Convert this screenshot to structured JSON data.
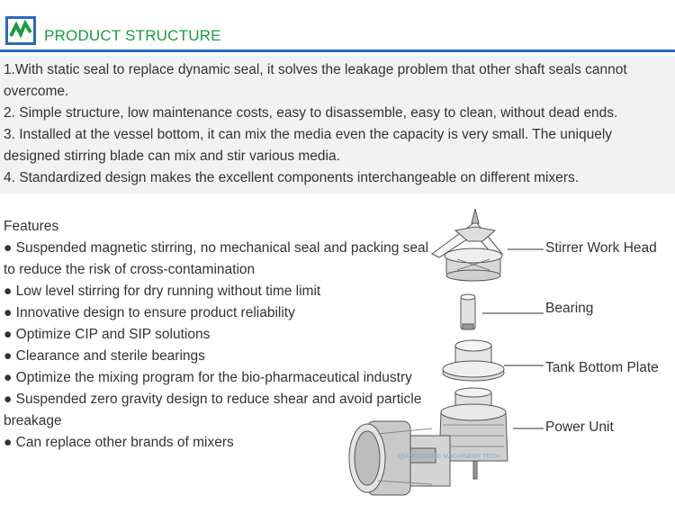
{
  "header": {
    "title": "PRODUCT STRUCTURE",
    "brand_color": "#1a9c3e",
    "rule_color": "#2b69b8"
  },
  "intro": {
    "lines": [
      "1.With static seal to replace dynamic seal, it solves the leakage problem that other shaft seals cannot overcome.",
      "2. Simple structure, low maintenance costs, easy to disassemble, easy to clean, without dead ends.",
      "3. Installed at the vessel bottom, it can mix the media even the capacity is very small. The uniquely designed stirring blade can mix and stir various media.",
      "4. Standardized design makes the excellent components interchangeable on different mixers."
    ]
  },
  "features": {
    "title": "Features",
    "items": [
      "● Suspended magnetic stirring, no mechanical seal and packing seal to reduce the risk of cross-contamination",
      "● Low level stirring for dry running without time limit",
      "● Innovative design to ensure product reliability",
      "● Optimize CIP and SIP solutions",
      "● Clearance and sterile bearings",
      "● Optimize the mixing program for the bio-pharmaceutical industry",
      "● Suspended zero gravity design to reduce shear and avoid particle breakage",
      "● Can replace other brands of mixers"
    ]
  },
  "diagram": {
    "labels": {
      "stirrer": "Stirrer Work Head",
      "bearing": "Bearing",
      "plate": "Tank Bottom Plate",
      "power": "Power Unit"
    },
    "watermark": "QIANGZHONG MACHINERY TECH"
  }
}
